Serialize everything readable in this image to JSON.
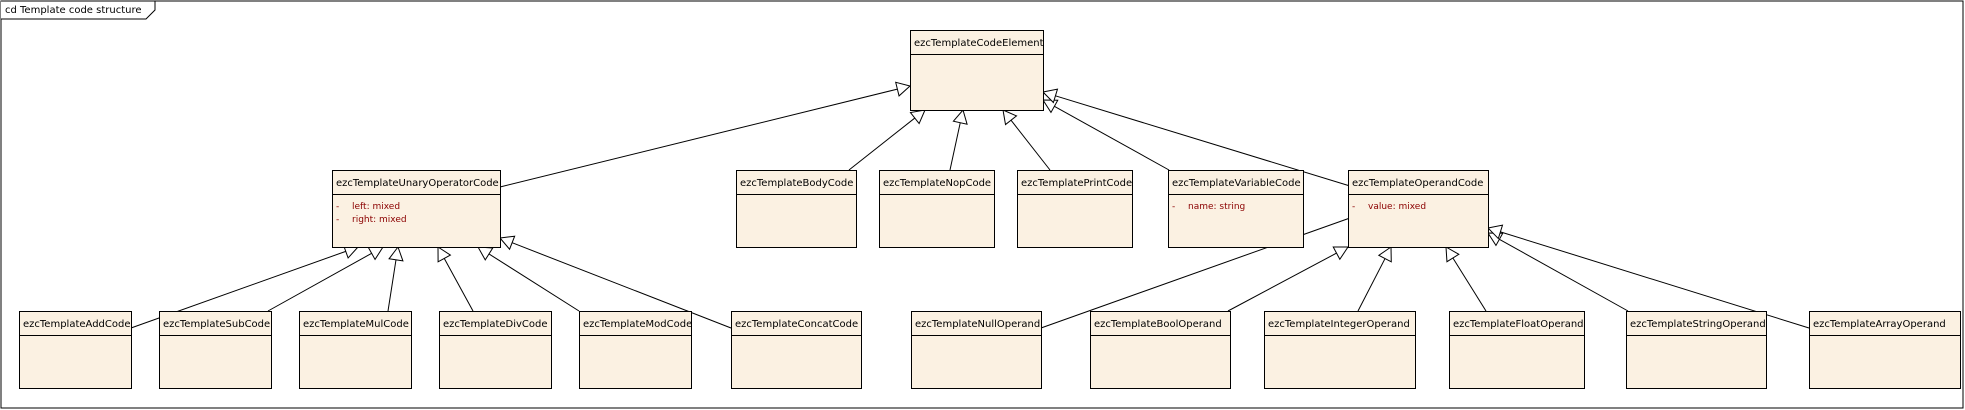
{
  "frame": {
    "title": "cd Template code structure"
  },
  "classes": [
    {
      "id": "codeElement",
      "name": "ezcTemplateCodeElement",
      "attributes": []
    },
    {
      "id": "unary",
      "name": "ezcTemplateUnaryOperatorCode",
      "attributes": [
        {
          "visibility": "-",
          "text": "left:  mixed"
        },
        {
          "visibility": "-",
          "text": "right:  mixed"
        }
      ]
    },
    {
      "id": "body",
      "name": "ezcTemplateBodyCode",
      "attributes": []
    },
    {
      "id": "nop",
      "name": "ezcTemplateNopCode",
      "attributes": []
    },
    {
      "id": "print",
      "name": "ezcTemplatePrintCode",
      "attributes": []
    },
    {
      "id": "variable",
      "name": "ezcTemplateVariableCode",
      "attributes": [
        {
          "visibility": "-",
          "text": "name:  string"
        }
      ]
    },
    {
      "id": "operand",
      "name": "ezcTemplateOperandCode",
      "attributes": [
        {
          "visibility": "-",
          "text": "value:  mixed"
        }
      ]
    },
    {
      "id": "add",
      "name": "ezcTemplateAddCode",
      "attributes": []
    },
    {
      "id": "sub",
      "name": "ezcTemplateSubCode",
      "attributes": []
    },
    {
      "id": "mul",
      "name": "ezcTemplateMulCode",
      "attributes": []
    },
    {
      "id": "div",
      "name": "ezcTemplateDivCode",
      "attributes": []
    },
    {
      "id": "mod",
      "name": "ezcTemplateModCode",
      "attributes": []
    },
    {
      "id": "concat",
      "name": "ezcTemplateConcatCode",
      "attributes": []
    },
    {
      "id": "nullOp",
      "name": "ezcTemplateNullOperand",
      "attributes": []
    },
    {
      "id": "boolOp",
      "name": "ezcTemplateBoolOperand",
      "attributes": []
    },
    {
      "id": "intOp",
      "name": "ezcTemplateIntegerOperand",
      "attributes": []
    },
    {
      "id": "floatOp",
      "name": "ezcTemplateFloatOperand",
      "attributes": []
    },
    {
      "id": "stringOp",
      "name": "ezcTemplateStringOperand",
      "attributes": []
    },
    {
      "id": "arrayOp",
      "name": "ezcTemplateArrayOperand",
      "attributes": []
    }
  ],
  "generalizations": [
    {
      "from": "unary",
      "to": "codeElement"
    },
    {
      "from": "body",
      "to": "codeElement"
    },
    {
      "from": "nop",
      "to": "codeElement"
    },
    {
      "from": "print",
      "to": "codeElement"
    },
    {
      "from": "variable",
      "to": "codeElement"
    },
    {
      "from": "operand",
      "to": "codeElement"
    },
    {
      "from": "add",
      "to": "unary"
    },
    {
      "from": "sub",
      "to": "unary"
    },
    {
      "from": "mul",
      "to": "unary"
    },
    {
      "from": "div",
      "to": "unary"
    },
    {
      "from": "mod",
      "to": "unary"
    },
    {
      "from": "concat",
      "to": "unary"
    },
    {
      "from": "nullOp",
      "to": "operand"
    },
    {
      "from": "boolOp",
      "to": "operand"
    },
    {
      "from": "intOp",
      "to": "operand"
    },
    {
      "from": "floatOp",
      "to": "operand"
    },
    {
      "from": "stringOp",
      "to": "operand"
    },
    {
      "from": "arrayOp",
      "to": "operand"
    }
  ]
}
